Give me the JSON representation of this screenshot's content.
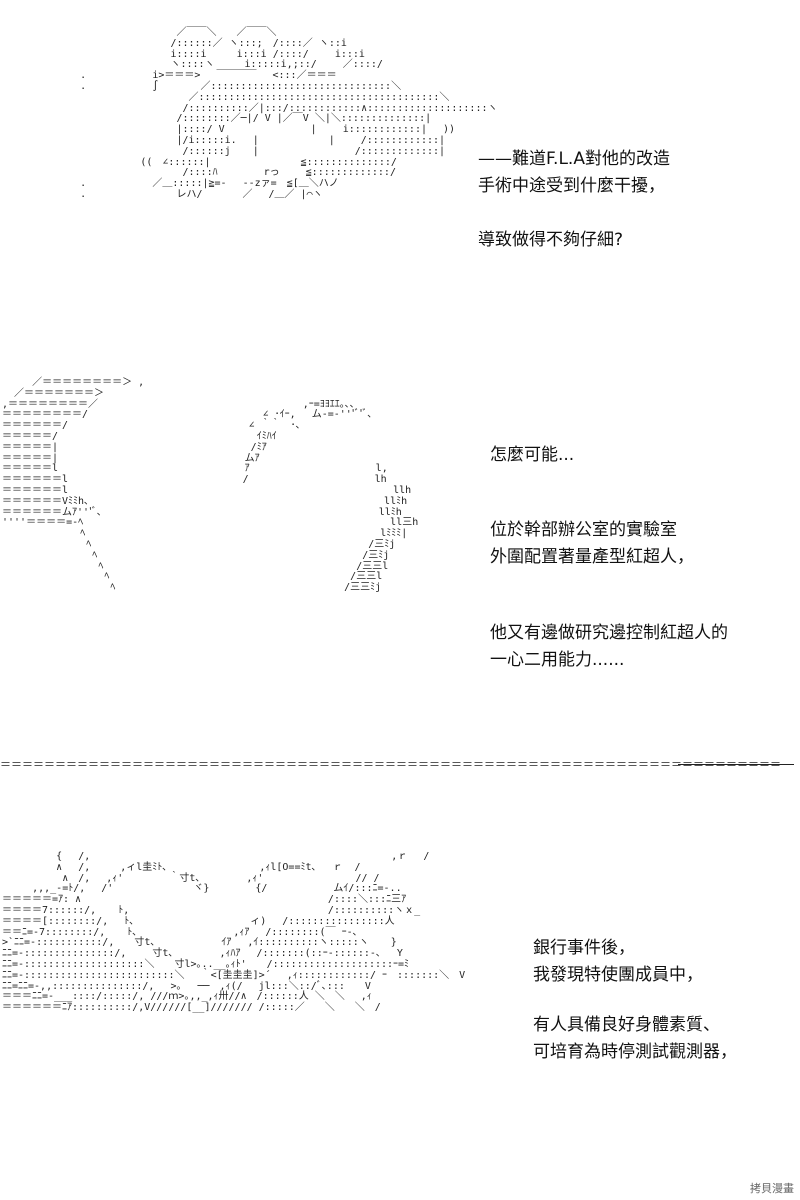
{
  "panel1": {
    "text_lines": [
      "——難道F.L.A對他的改造",
      "手術中途受到什麼干擾，",
      "",
      "導致做得不夠仔細?"
    ]
  },
  "panel2": {
    "text_blocks": [
      [
        "怎麼可能..."
      ],
      [
        "位於幹部辦公室的實驗室",
        "外圍配置著量產型紅超人，"
      ],
      [
        "他又有邊做研究邊控制紅超人的",
        "一心二用能力......"
      ]
    ]
  },
  "panel3": {
    "text_blocks": [
      [
        "銀行事件後，",
        "我發現特使團成員中，"
      ],
      [
        "有人具備良好身體素質、",
        "可培育為時停測試觀測器，"
      ]
    ]
  },
  "watermark": "拷貝漫畫"
}
